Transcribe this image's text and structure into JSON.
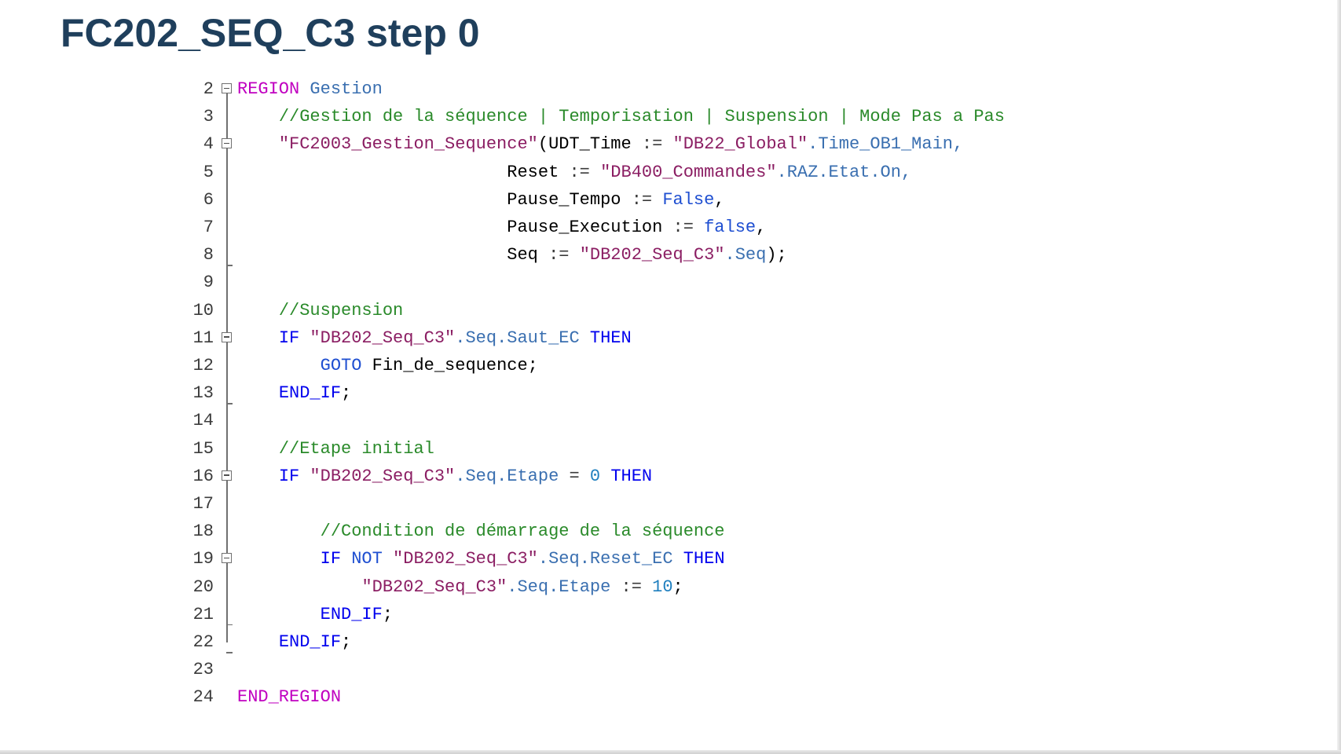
{
  "title": "FC202_SEQ_C3 step 0",
  "code": {
    "lines": [
      {
        "num": "2",
        "fold": true,
        "tokens": [
          {
            "t": "REGION",
            "c": "region"
          },
          {
            "t": " Gestion",
            "c": "tag"
          }
        ]
      },
      {
        "num": "3",
        "fold": false,
        "tokens": [
          {
            "t": "    ",
            "c": "id"
          },
          {
            "t": "//Gestion de la séquence | Temporisation | Suspension | Mode Pas a Pas",
            "c": "cm"
          }
        ]
      },
      {
        "num": "4",
        "fold": true,
        "tokens": [
          {
            "t": "    ",
            "c": "id"
          },
          {
            "t": "\"FC2003_Gestion_Sequence\"",
            "c": "str"
          },
          {
            "t": "(UDT_Time ",
            "c": "id"
          },
          {
            "t": ":= ",
            "c": "op"
          },
          {
            "t": "\"DB22_Global\"",
            "c": "str"
          },
          {
            "t": ".Time_OB1_Main,",
            "c": "tag"
          }
        ]
      },
      {
        "num": "5",
        "fold": false,
        "tokens": [
          {
            "t": "                          ",
            "c": "id"
          },
          {
            "t": "Reset ",
            "c": "id"
          },
          {
            "t": ":= ",
            "c": "op"
          },
          {
            "t": "\"DB400_Commandes\"",
            "c": "str"
          },
          {
            "t": ".RAZ.Etat.On,",
            "c": "tag"
          }
        ]
      },
      {
        "num": "6",
        "fold": false,
        "tokens": [
          {
            "t": "                          ",
            "c": "id"
          },
          {
            "t": "Pause_Tempo ",
            "c": "id"
          },
          {
            "t": ":= ",
            "c": "op"
          },
          {
            "t": "False",
            "c": "bool"
          },
          {
            "t": ",",
            "c": "id"
          }
        ]
      },
      {
        "num": "7",
        "fold": false,
        "tokens": [
          {
            "t": "                          ",
            "c": "id"
          },
          {
            "t": "Pause_Execution ",
            "c": "id"
          },
          {
            "t": ":= ",
            "c": "op"
          },
          {
            "t": "false",
            "c": "bool"
          },
          {
            "t": ",",
            "c": "id"
          }
        ]
      },
      {
        "num": "8",
        "fold": false,
        "tokens": [
          {
            "t": "                          ",
            "c": "id"
          },
          {
            "t": "Seq ",
            "c": "id"
          },
          {
            "t": ":= ",
            "c": "op"
          },
          {
            "t": "\"DB202_Seq_C3\"",
            "c": "str"
          },
          {
            "t": ".Seq",
            "c": "tag"
          },
          {
            "t": ");",
            "c": "id"
          }
        ]
      },
      {
        "num": "9",
        "fold": false,
        "tokens": []
      },
      {
        "num": "10",
        "fold": false,
        "tokens": [
          {
            "t": "    ",
            "c": "id"
          },
          {
            "t": "//Suspension",
            "c": "cm"
          }
        ]
      },
      {
        "num": "11",
        "fold": true,
        "tokens": [
          {
            "t": "    ",
            "c": "id"
          },
          {
            "t": "IF ",
            "c": "kw"
          },
          {
            "t": "\"DB202_Seq_C3\"",
            "c": "str"
          },
          {
            "t": ".Seq.Saut_EC ",
            "c": "tag"
          },
          {
            "t": "THEN",
            "c": "kw"
          }
        ]
      },
      {
        "num": "12",
        "fold": false,
        "tokens": [
          {
            "t": "        ",
            "c": "id"
          },
          {
            "t": "GOTO ",
            "c": "kw2"
          },
          {
            "t": "Fin_de_sequence;",
            "c": "id"
          }
        ]
      },
      {
        "num": "13",
        "fold": false,
        "tokens": [
          {
            "t": "    ",
            "c": "id"
          },
          {
            "t": "END_IF",
            "c": "kw"
          },
          {
            "t": ";",
            "c": "id"
          }
        ]
      },
      {
        "num": "14",
        "fold": false,
        "tokens": []
      },
      {
        "num": "15",
        "fold": false,
        "tokens": [
          {
            "t": "    ",
            "c": "id"
          },
          {
            "t": "//Etape initial",
            "c": "cm"
          }
        ]
      },
      {
        "num": "16",
        "fold": true,
        "tokens": [
          {
            "t": "    ",
            "c": "id"
          },
          {
            "t": "IF ",
            "c": "kw"
          },
          {
            "t": "\"DB202_Seq_C3\"",
            "c": "str"
          },
          {
            "t": ".Seq.Etape ",
            "c": "tag"
          },
          {
            "t": "= ",
            "c": "op"
          },
          {
            "t": "0 ",
            "c": "num"
          },
          {
            "t": "THEN",
            "c": "kw"
          }
        ]
      },
      {
        "num": "17",
        "fold": false,
        "tokens": []
      },
      {
        "num": "18",
        "fold": false,
        "tokens": [
          {
            "t": "        ",
            "c": "id"
          },
          {
            "t": "//Condition de démarrage de la séquence",
            "c": "cm"
          }
        ]
      },
      {
        "num": "19",
        "fold": true,
        "tokens": [
          {
            "t": "        ",
            "c": "id"
          },
          {
            "t": "IF ",
            "c": "kw"
          },
          {
            "t": "NOT ",
            "c": "kw2"
          },
          {
            "t": "\"DB202_Seq_C3\"",
            "c": "str"
          },
          {
            "t": ".Seq.Reset_EC ",
            "c": "tag"
          },
          {
            "t": "THEN",
            "c": "kw"
          }
        ]
      },
      {
        "num": "20",
        "fold": false,
        "tokens": [
          {
            "t": "            ",
            "c": "id"
          },
          {
            "t": "\"DB202_Seq_C3\"",
            "c": "str"
          },
          {
            "t": ".Seq.Etape ",
            "c": "tag"
          },
          {
            "t": ":= ",
            "c": "op"
          },
          {
            "t": "10",
            "c": "num"
          },
          {
            "t": ";",
            "c": "id"
          }
        ]
      },
      {
        "num": "21",
        "fold": false,
        "tokens": [
          {
            "t": "        ",
            "c": "id"
          },
          {
            "t": "END_IF",
            "c": "kw"
          },
          {
            "t": ";",
            "c": "id"
          }
        ]
      },
      {
        "num": "22",
        "fold": false,
        "tokens": [
          {
            "t": "    ",
            "c": "id"
          },
          {
            "t": "END_IF",
            "c": "kw"
          },
          {
            "t": ";",
            "c": "id"
          }
        ]
      },
      {
        "num": "23",
        "fold": false,
        "tokens": []
      },
      {
        "num": "24",
        "fold": false,
        "tokens": [
          {
            "t": "END_REGION",
            "c": "region"
          }
        ]
      }
    ]
  },
  "colors": {
    "title": "#1f3f5c",
    "keyword": "#0000ee",
    "region": "#c000c0",
    "comment": "#2a8a2a",
    "string": "#8b1e63",
    "member": "#3a6fb0",
    "number": "#1f7fbf"
  },
  "icons": {
    "fold": "collapse-minus-icon"
  }
}
